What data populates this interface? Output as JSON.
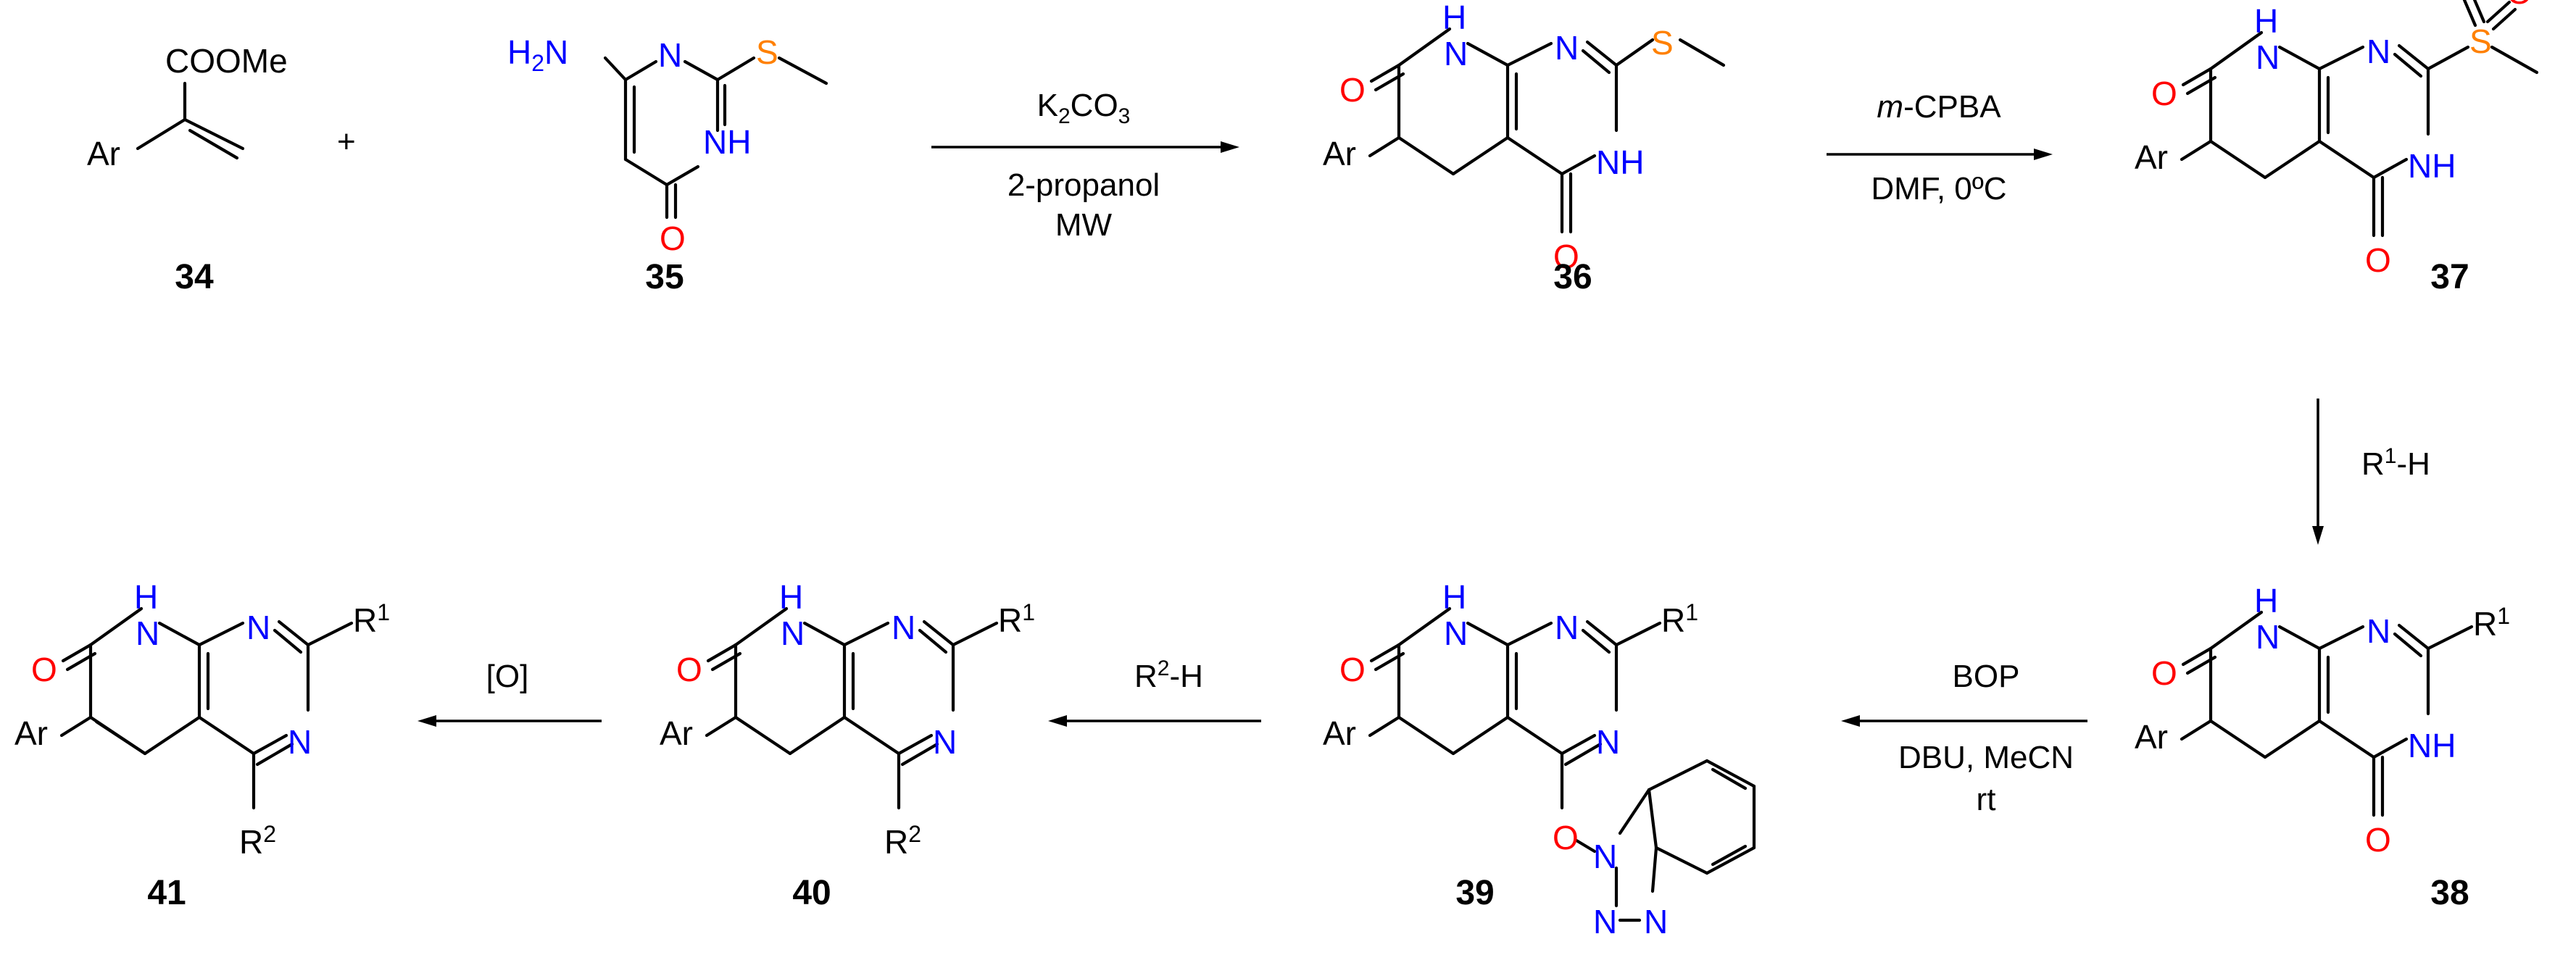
{
  "compounds": {
    "c34": {
      "label": "34",
      "ester": "COOMe",
      "ar": "Ar"
    },
    "c35": {
      "label": "35",
      "amine": "H",
      "amine_sub": "2",
      "amine_n": "N",
      "n": "N",
      "nh": "NH",
      "o": "O",
      "s": "S"
    },
    "c36": {
      "label": "36"
    },
    "c37": {
      "label": "37"
    },
    "c38": {
      "label": "38"
    },
    "c39": {
      "label": "39"
    },
    "c40": {
      "label": "40"
    },
    "c41": {
      "label": "41"
    }
  },
  "plus": "+",
  "atoms": {
    "o": "O",
    "n": "N",
    "nh": "NH",
    "h": "H",
    "s": "S",
    "ar": "Ar",
    "r": "R",
    "r1_sup": "1",
    "r2_sup": "2"
  },
  "reactions": {
    "r1": {
      "line1_base": "K",
      "line1_sub1": "2",
      "line1_mid": "CO",
      "line1_sub2": "3",
      "line2": "2-propanol",
      "line3": "MW"
    },
    "r2": {
      "line1_italic": "m",
      "line1_rest": "-CPBA",
      "line2": "DMF, 0ºC"
    },
    "r3": {
      "base": "R",
      "sup": "1",
      "rest": "-H"
    },
    "r4": {
      "line1": "BOP",
      "line2": "DBU, MeCN",
      "line3": "rt"
    },
    "r5": {
      "base": "R",
      "sup": "2",
      "rest": "-H"
    },
    "r6": {
      "line1": "[O]"
    }
  },
  "colors": {
    "oxygen": "#ff0000",
    "nitrogen": "#0000ff",
    "sulfur": "#ff8000",
    "text": "#000000"
  }
}
